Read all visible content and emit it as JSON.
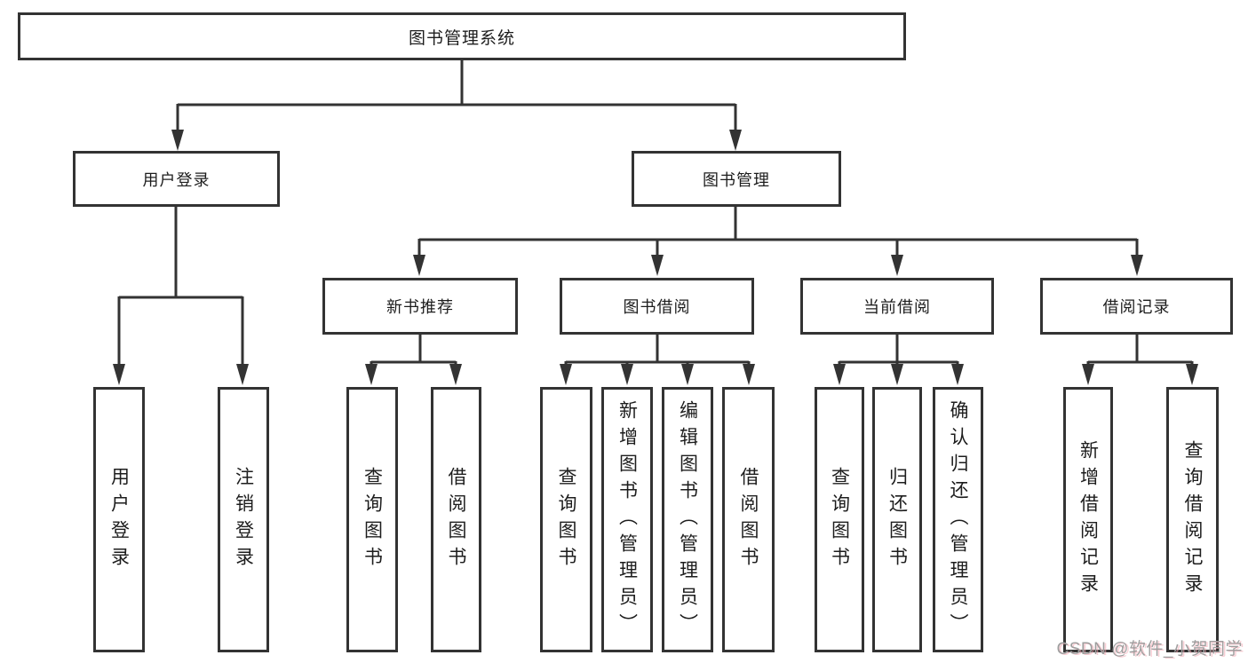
{
  "diagram": {
    "type": "tree",
    "root": {
      "label": "图书管理系统",
      "children": [
        {
          "label": "用户登录",
          "children": [
            {
              "label": "用户登录"
            },
            {
              "label": "注销登录"
            }
          ]
        },
        {
          "label": "图书管理",
          "children": [
            {
              "label": "新书推荐",
              "children": [
                {
                  "label": "查询图书"
                },
                {
                  "label": "借阅图书"
                }
              ]
            },
            {
              "label": "图书借阅",
              "children": [
                {
                  "label": "查询图书"
                },
                {
                  "label": "新增图书（管理员）"
                },
                {
                  "label": "编辑图书（管理员）"
                },
                {
                  "label": "借阅图书"
                }
              ]
            },
            {
              "label": "当前借阅",
              "children": [
                {
                  "label": "查询图书"
                },
                {
                  "label": "归还图书"
                },
                {
                  "label": "确认归还（管理员）"
                }
              ]
            },
            {
              "label": "借阅记录",
              "children": [
                {
                  "label": "新增借阅记录"
                },
                {
                  "label": "查询借阅记录"
                }
              ]
            }
          ]
        }
      ]
    },
    "colors": {
      "line": "#333333",
      "box_border": "#333333",
      "text": "#1d1d1d",
      "background": "#ffffff"
    }
  },
  "watermark": {
    "text": "CSDN @软件_小贺同学",
    "color": "#9e9e9e"
  }
}
